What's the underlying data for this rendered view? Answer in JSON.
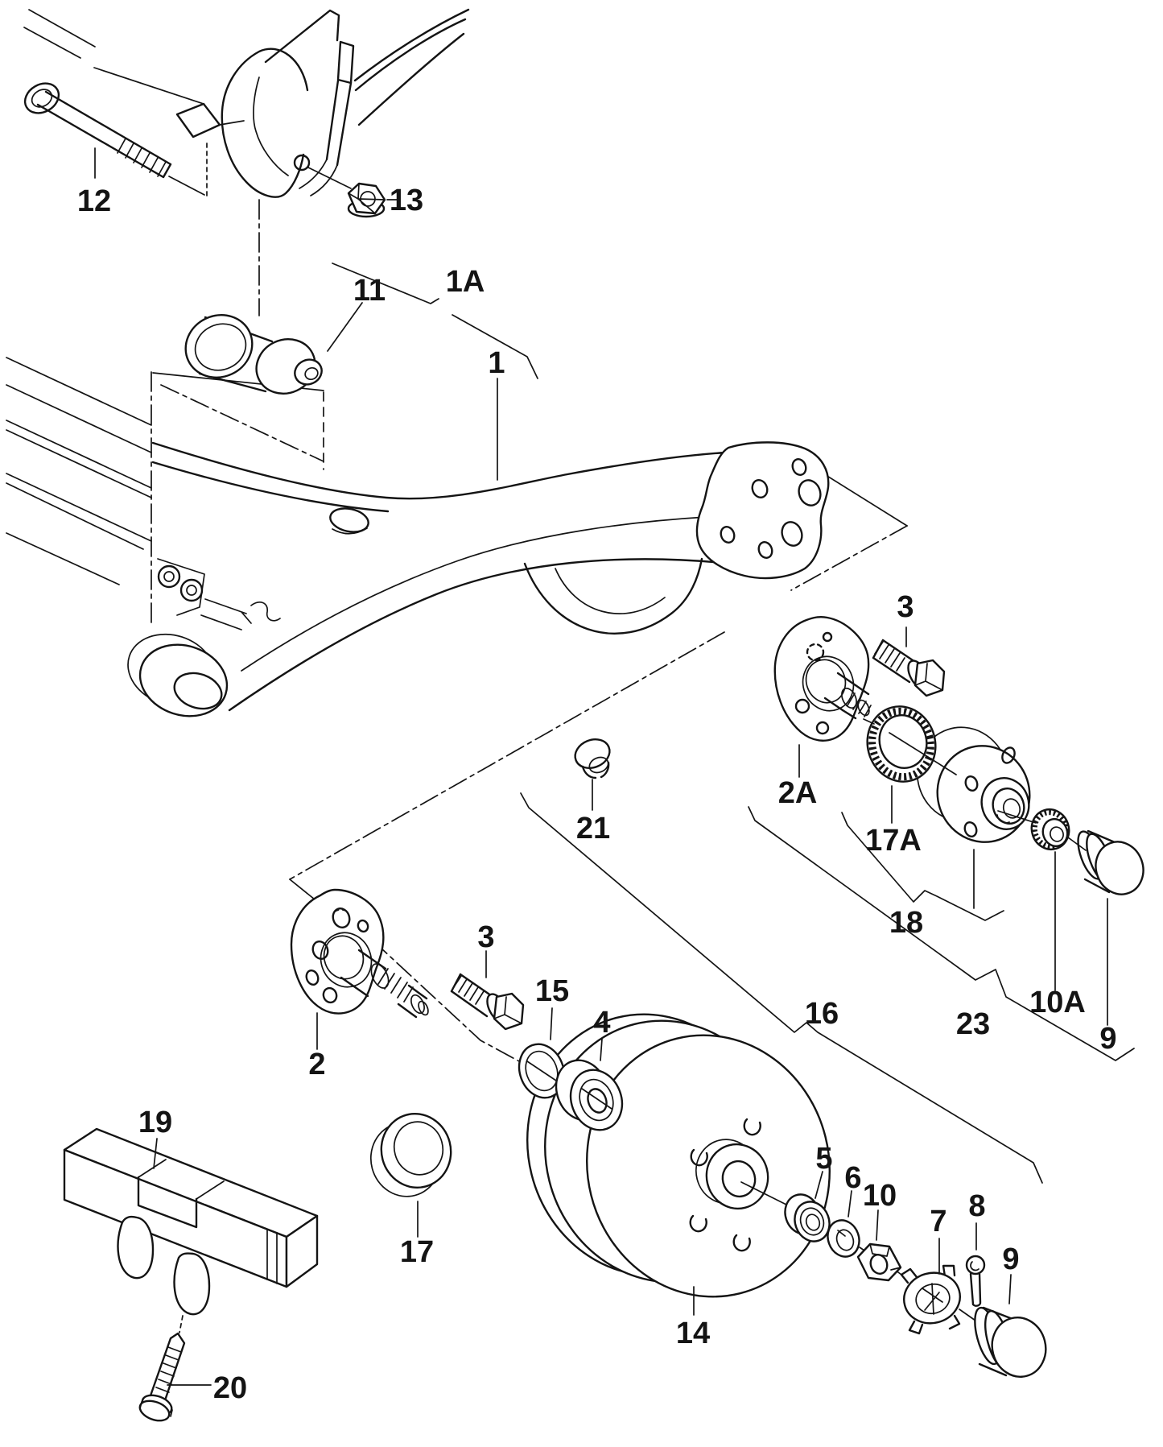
{
  "diagram": {
    "background_color": "#ffffff",
    "line_color": "#141414",
    "callouts": {
      "bolt_12": "12",
      "nut_13": "13",
      "bushing_11": "11",
      "axle_beam_1a": "1A",
      "axle_beam_1": "1",
      "stub_axle_2a": "2A",
      "bolt_3_upper": "3",
      "abs_ring_17a": "17A",
      "group_18": "18",
      "plug_21": "21",
      "group_23": "23",
      "nut_10a": "10A",
      "cap_9_upper": "9",
      "group_16": "16",
      "stub_axle_2": "2",
      "bolt_3_lower": "3",
      "seal_15": "15",
      "bearing_4": "4",
      "buffer_19": "19",
      "ring_17": "17",
      "screw_20": "20",
      "brake_drum_14": "14",
      "bearing_5": "5",
      "washer_6": "6",
      "nut_10": "10",
      "lock_cap_7": "7",
      "cotter_pin_8": "8",
      "cap_9_lower": "9"
    }
  }
}
